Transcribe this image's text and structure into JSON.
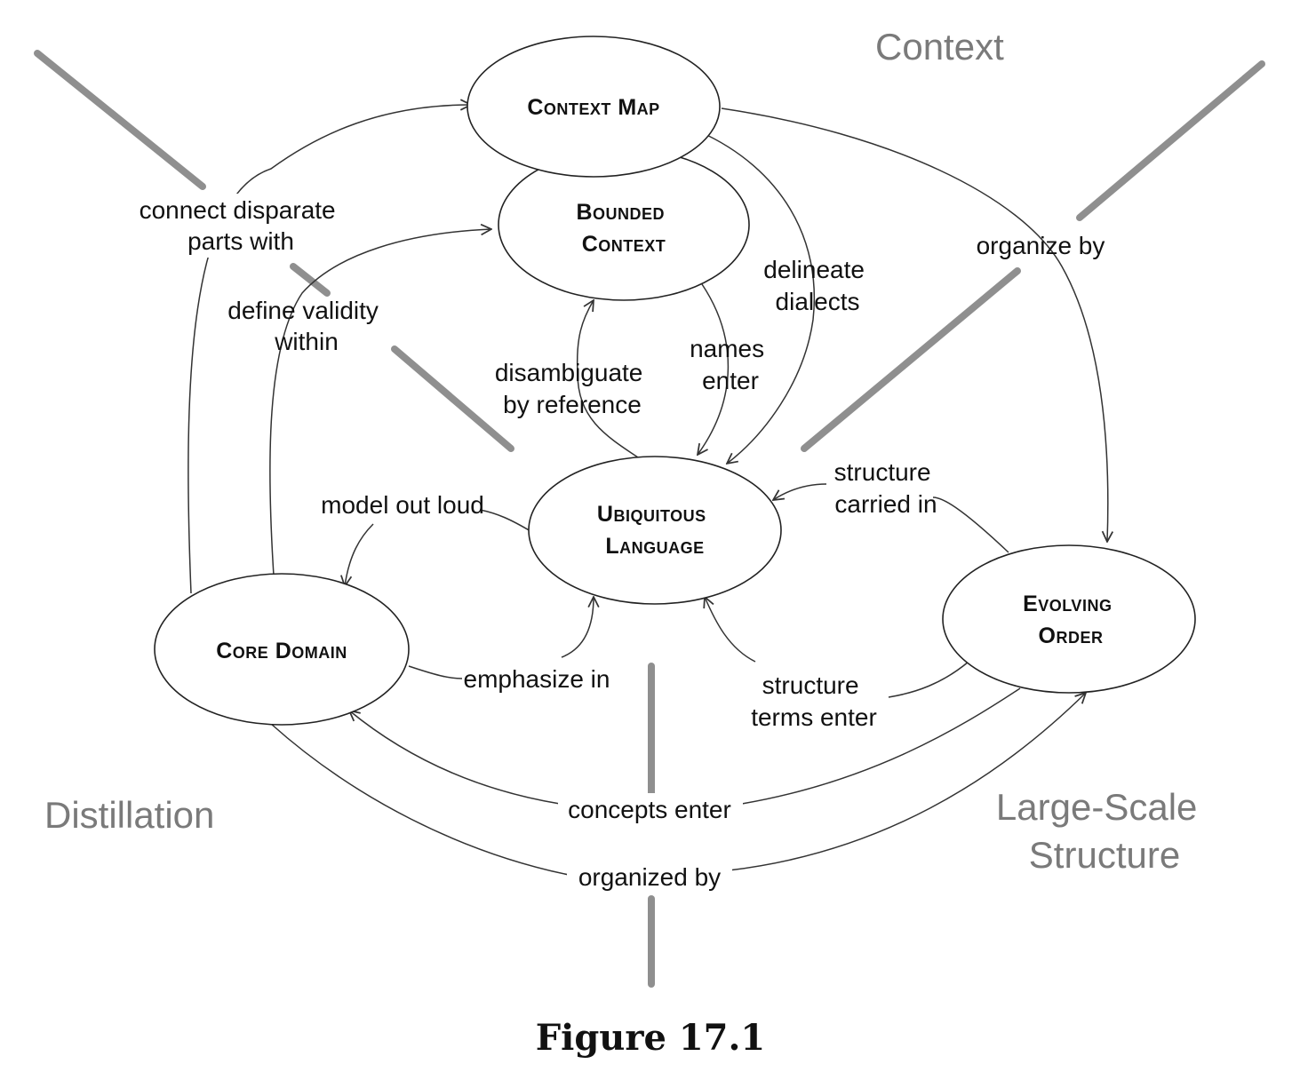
{
  "regions": {
    "context": "Context",
    "distillation": "Distillation",
    "large_scale_structure": [
      "Large-Scale",
      "Structure"
    ]
  },
  "nodes": {
    "context_map": "Context Map",
    "bounded_context": [
      "Bounded",
      "Context"
    ],
    "ubiquitous_language": [
      "Ubiquitous",
      "Language"
    ],
    "core_domain": "Core Domain",
    "evolving_order": [
      "Evolving",
      "Order"
    ]
  },
  "edges": {
    "connect_disparate": [
      "connect disparate",
      "parts with"
    ],
    "define_validity": [
      "define validity",
      "within"
    ],
    "delineate_dialects": [
      "delineate",
      "dialects"
    ],
    "organize_by": "organize by",
    "disambiguate": [
      "disambiguate",
      "by reference"
    ],
    "names_enter": [
      "names",
      "enter"
    ],
    "structure_carried_in": [
      "structure",
      "carried in"
    ],
    "model_out_loud": "model out loud",
    "emphasize_in": "emphasize in",
    "structure_terms_enter": [
      "structure",
      "terms enter"
    ],
    "concepts_enter": "concepts enter",
    "organized_by": "organized by"
  },
  "caption": "Figure 17.1"
}
